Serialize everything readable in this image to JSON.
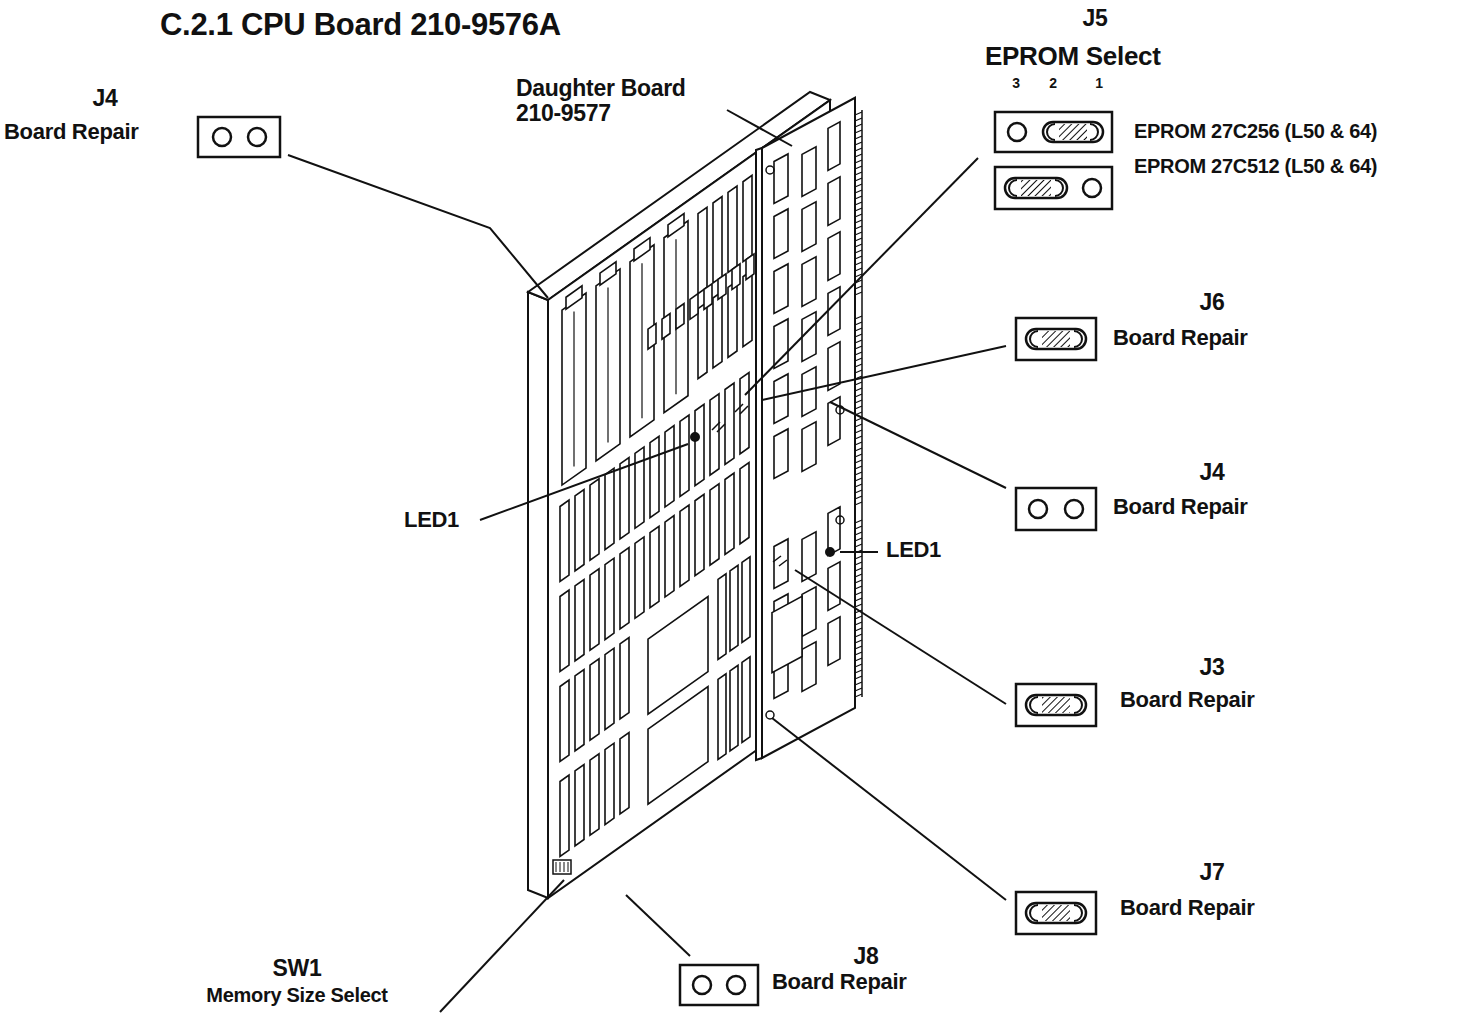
{
  "diagram": {
    "title": "C.2.1 CPU Board 210-9576A",
    "labels": [
      "J4",
      "Board Repair",
      "Daughter Board 210-9577",
      "J5",
      "EPROM Select",
      "3",
      "2",
      "1",
      "EPROM 27C256 (L50 & 64)",
      "EPROM 27C512 (L50 & 64)",
      "J6",
      "Board Repair",
      "J4",
      "Board Repair",
      "LED1",
      "LED1",
      "J3",
      "Board Repair",
      "J7",
      "Board Repair",
      "J8",
      "Board Repair",
      "SW1",
      "Memory Size Select"
    ]
  }
}
